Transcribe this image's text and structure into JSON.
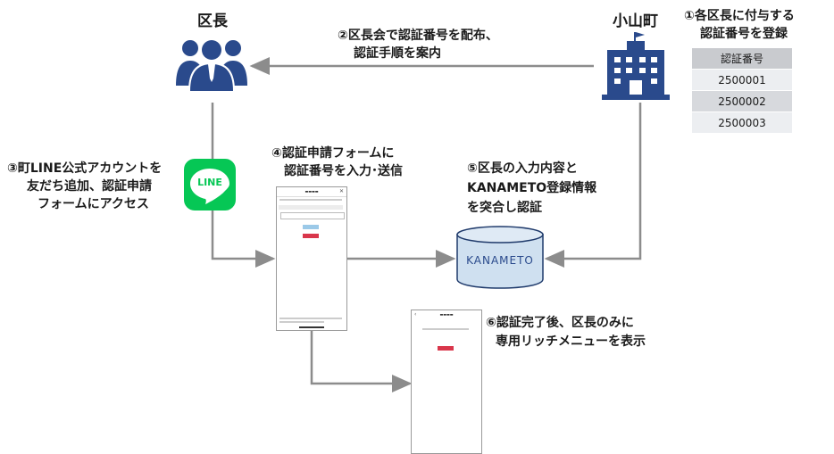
{
  "labels": {
    "kucho": "区長",
    "oyamacho": "小山町",
    "step1_line1": "①各区長に付与する",
    "step1_line2": "認証番号を登録",
    "step2_line1": "②区長会で認証番号を配布、",
    "step2_line2": "認証手順を案内",
    "step3_line1": "③町LINE公式アカウントを",
    "step3_line2": "友だち追加、認証申請",
    "step3_line3": "フォームにアクセス",
    "step4_line1": "④認証申請フォームに",
    "step4_line2": "認証番号を入力･送信",
    "step5_line1": "⑤区長の入力内容と",
    "step5_line2": "KANAMETO登録情報",
    "step5_line3": "を突合し認証",
    "step6_line1": "⑥認証完了後、区長のみに",
    "step6_line2": "専用リッチメニューを表示"
  },
  "table": {
    "header": "認証番号",
    "rows": [
      "2500001",
      "2500002",
      "2500003"
    ]
  },
  "line_logo": "LINE",
  "kanameto_logo": "KANAMETO",
  "icons": {
    "people": "people-group-icon",
    "building": "town-hall-icon",
    "line": "line-app-icon",
    "database": "database-icon"
  },
  "colors": {
    "navy": "#2a4a8c",
    "line_green": "#06c755",
    "arrow": "#8c8c8c",
    "db_fill": "#cfe0f0",
    "red_button": "#d9364b"
  }
}
